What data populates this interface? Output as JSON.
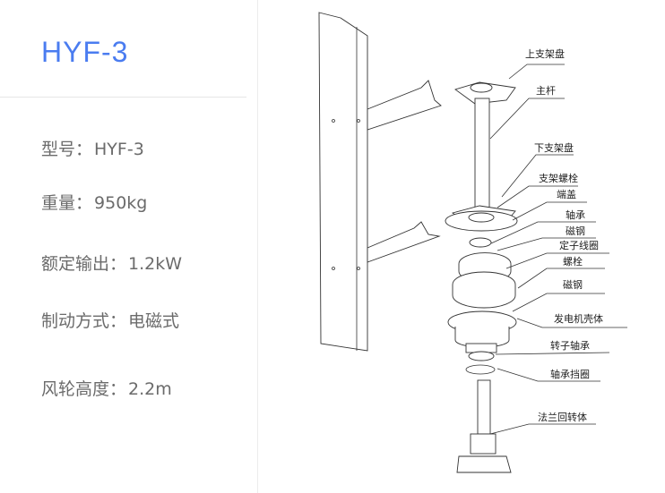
{
  "model_title": "HYF-3",
  "specs": [
    {
      "label": "型号：",
      "value": "HYF-3"
    },
    {
      "label": "重量：",
      "value": "950kg"
    },
    {
      "label": "额定输出：",
      "value": "1.2kW"
    },
    {
      "label": "制动方式：",
      "value": "电磁式"
    },
    {
      "label": "风轮高度：",
      "value": "2.2m"
    }
  ],
  "diagram_labels": [
    "上支架盘",
    "主杆",
    "下支架盘",
    "支架螺栓",
    "端盖",
    "轴承",
    "磁钢",
    "定子线圈",
    "螺栓",
    "磁钢",
    "发电机壳体",
    "转子轴承",
    "轴承挡圈",
    "法兰回转体"
  ],
  "colors": {
    "accent": "#4a7cf0",
    "text": "#6b6b6b"
  }
}
